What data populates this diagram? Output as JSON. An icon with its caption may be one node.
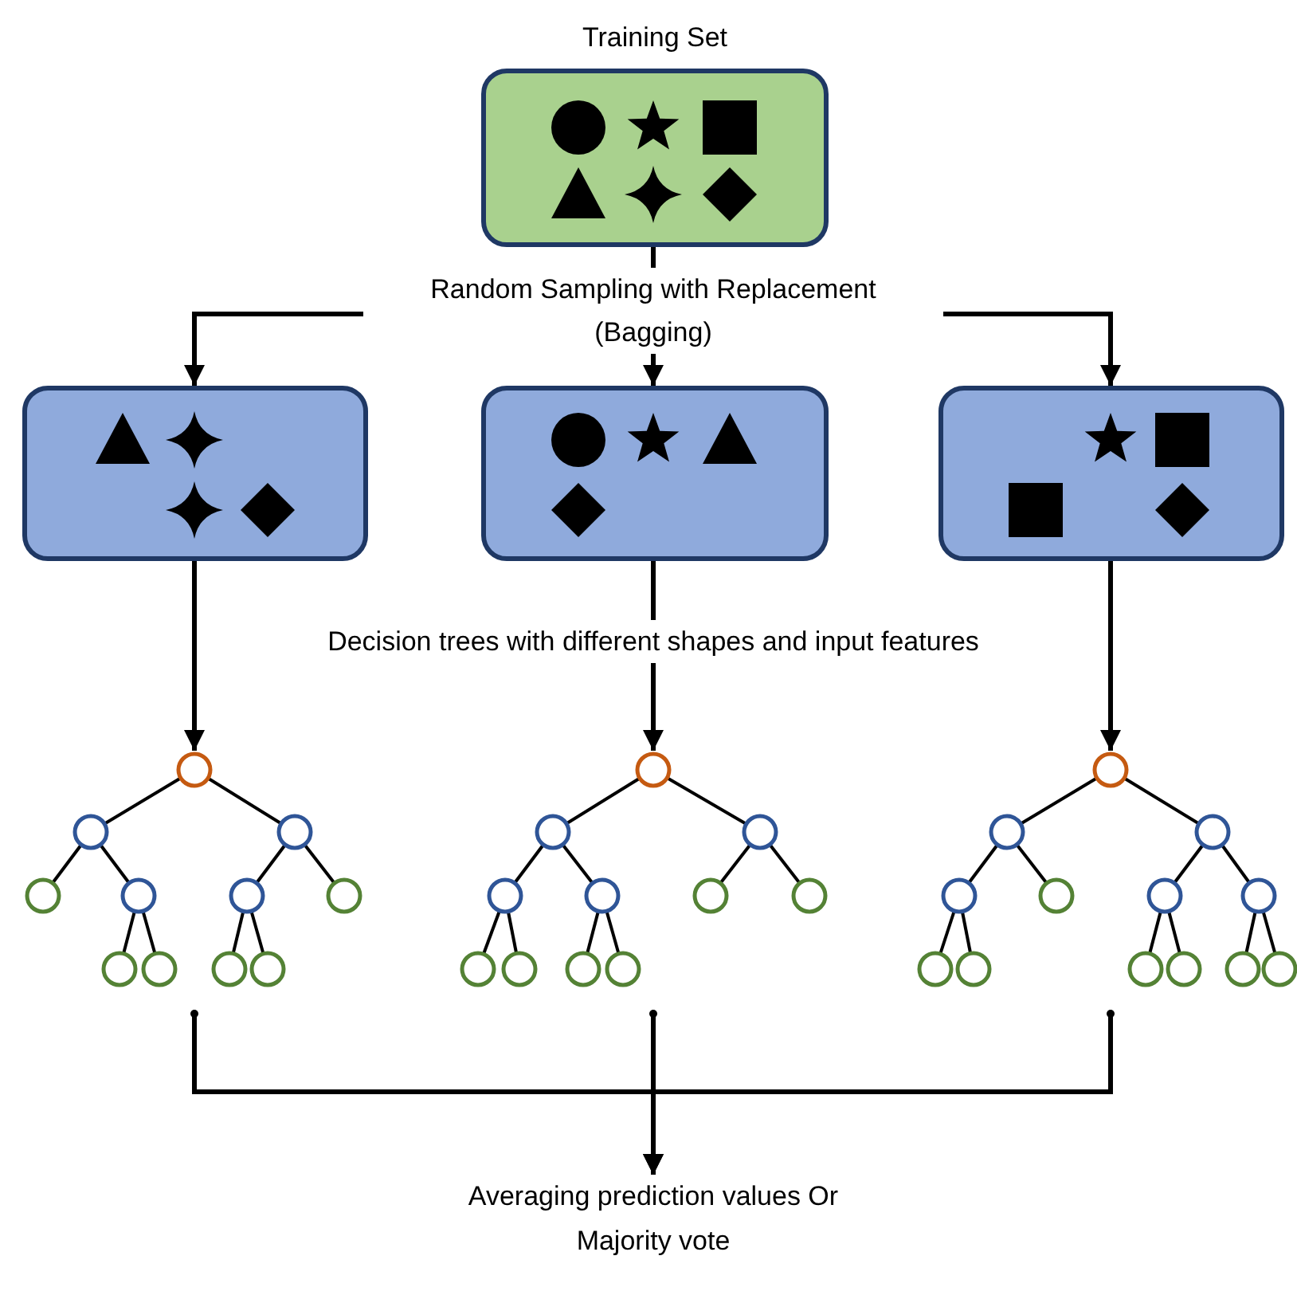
{
  "diagram": {
    "nodes": [
      {
        "text": [
          "Training Set"
        ]
      },
      {
        "text": [],
        "shape": "box"
      },
      {
        "text": [],
        "shape": "box"
      },
      {
        "text": [],
        "shape": "box"
      },
      {
        "text": [],
        "shape": "tree"
      },
      {
        "text": [],
        "shape": "tree"
      },
      {
        "text": [],
        "shape": "tree"
      },
      {
        "text": [
          "Averaging prediction values Or Majority vote"
        ]
      }
    ],
    "edges": [
      {
        "from": 0,
        "to": 1,
        "arrow": "to"
      },
      {
        "from": 0,
        "to": 2,
        "arrow": "to"
      },
      {
        "from": 0,
        "to": 3,
        "arrow": "to"
      },
      {
        "from": 1,
        "to": 4,
        "arrow": "to"
      },
      {
        "from": 2,
        "to": 5,
        "arrow": "to"
      },
      {
        "from": 3,
        "to": 6,
        "arrow": "to"
      },
      {
        "from": 4,
        "to": 7,
        "arrow": "to"
      },
      {
        "from": 5,
        "to": 7,
        "arrow": "to"
      },
      {
        "from": 6,
        "to": 7,
        "arrow": "to"
      }
    ],
    "labels": [
      "Random Sampling with Replacement (Bagging)",
      "Decision trees with different shapes and input features"
    ]
  }
}
